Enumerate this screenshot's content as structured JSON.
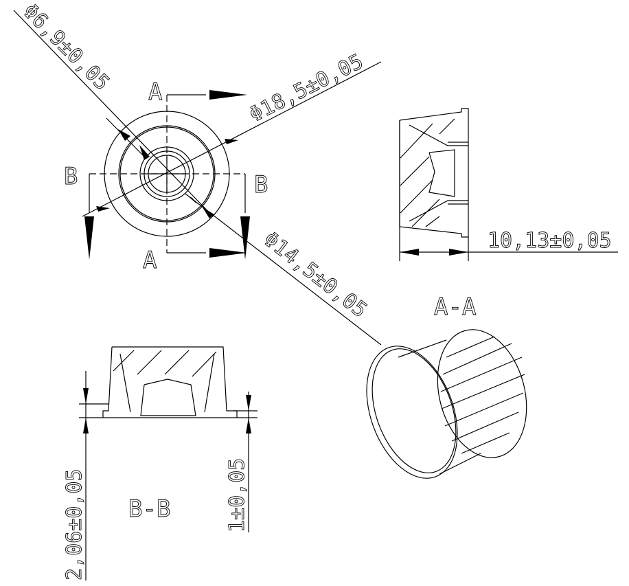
{
  "dimensions": {
    "inner_diameter": "Φ6,9±0,05",
    "outer_diameter": "Φ18,5±0,05",
    "middle_diameter": "Φ14,5±0,05",
    "height": "10,13±0,05",
    "flange_height": "2,06±0,05",
    "step_height": "1±0,05"
  },
  "section_markers": {
    "a_top": "A",
    "a_bottom": "A",
    "b_left": "B",
    "b_right": "B"
  },
  "section_titles": {
    "aa": "A-A",
    "bb": "B-B"
  },
  "colors": {
    "line": "#000000",
    "background": "#ffffff"
  }
}
